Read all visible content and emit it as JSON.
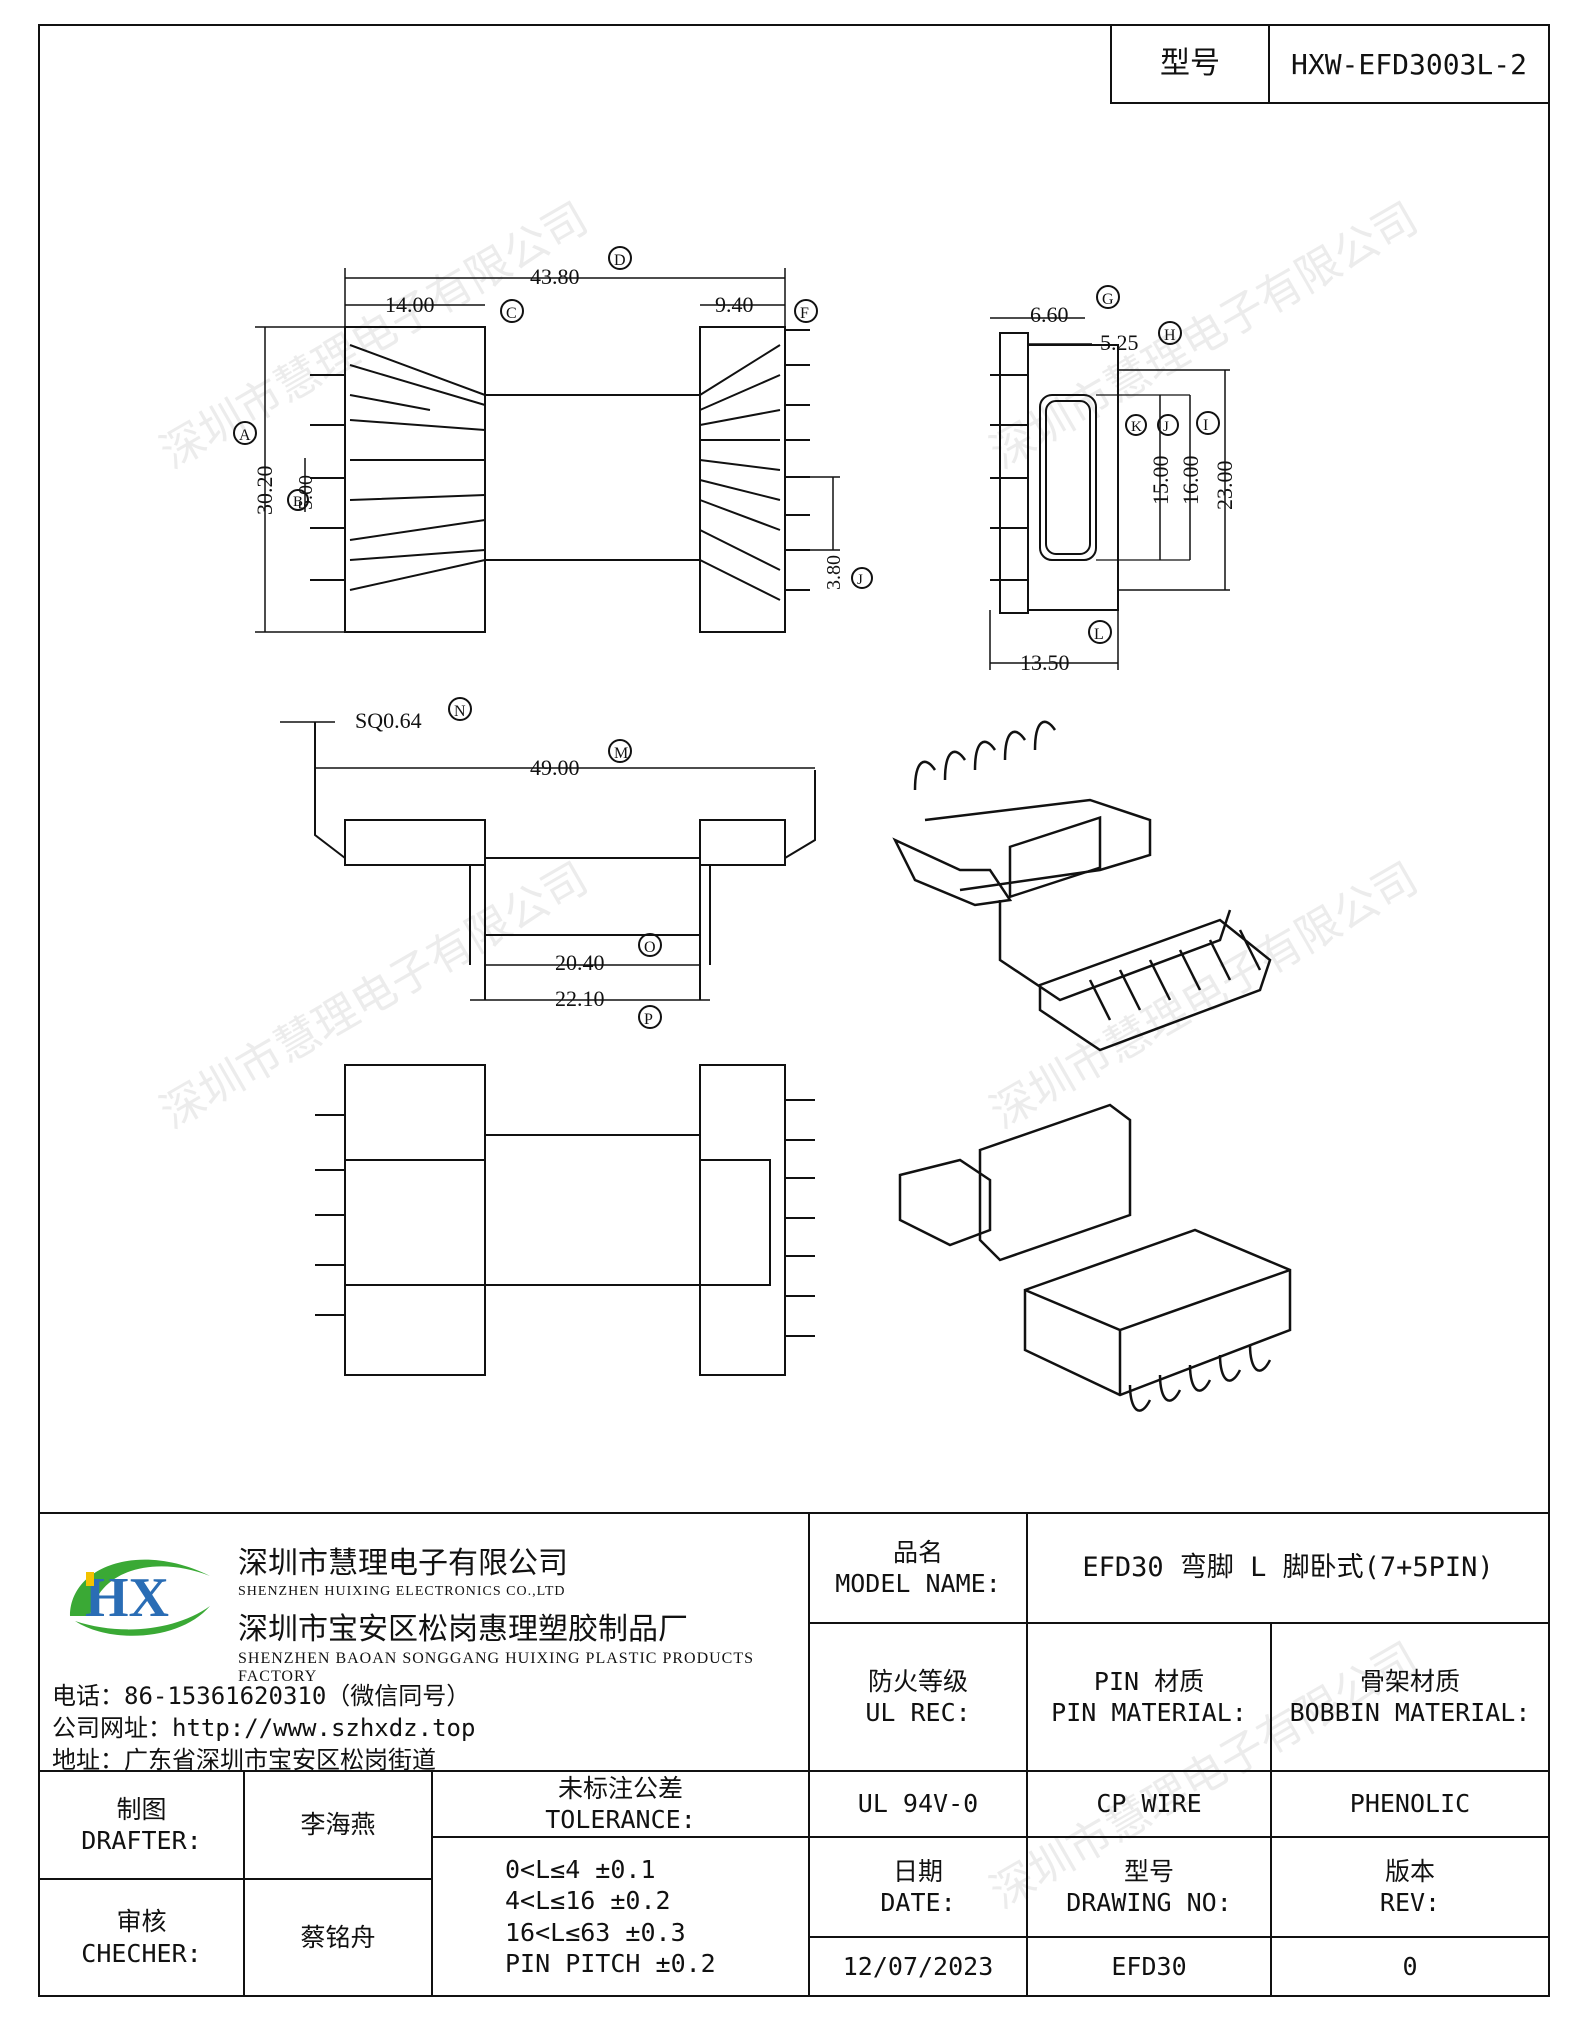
{
  "header": {
    "part_label": "型号",
    "part_number": "HXW-EFD3003L-2"
  },
  "drawing": {
    "dims": {
      "overall_width": "43.80",
      "left_flange": "14.00",
      "right_flange": "9.40",
      "height_a": "30.20",
      "pitch_b": "5.00",
      "pitch_j": "3.80",
      "side_g": "6.60",
      "side_h": "5.25",
      "side_k": "15.00",
      "side_j": "16.00",
      "side_i": "23.00",
      "side_l": "13.50",
      "pin_sq": "SQ0.64",
      "total_m": "49.00",
      "inner_o": "20.40",
      "inner_p": "22.10"
    },
    "markers": {
      "a": "A",
      "b": "B",
      "c": "C",
      "d": "D",
      "f": "F",
      "j": "J",
      "g": "G",
      "h": "H",
      "k": "K",
      "jj": "J",
      "i": "I",
      "l": "L",
      "n": "N",
      "m": "M",
      "o": "O",
      "p": "P"
    },
    "watermark": "深圳市慧理电子有限公司"
  },
  "company": {
    "name_cn": "深圳市慧理电子有限公司",
    "name_en": "SHENZHEN HUIXING ELECTRONICS CO.,LTD",
    "factory_cn": "深圳市宝安区松岗惠理塑胶制品厂",
    "factory_en": "SHENZHEN BAOAN SONGGANG HUIXING PLASTIC PRODUCTS FACTORY",
    "phone": "电话：86-15361620310（微信同号）",
    "website": "公司网址：http://www.szhxdz.top",
    "address": "地址：广东省深圳市宝安区松岗街道",
    "logo_text": "HX",
    "colors": {
      "logo_green": "#3aa935",
      "logo_blue": "#2a6db5",
      "logo_yellow": "#f2c200"
    }
  },
  "table": {
    "model_name_cn": "品名",
    "model_name_en": "MODEL NAME:",
    "model_name_value": "EFD30 弯脚 L 脚卧式(7+5PIN)",
    "ul_cn": "防火等级",
    "ul_en": "UL REC:",
    "pin_cn": "PIN 材质",
    "pin_en": "PIN MATERIAL:",
    "bobbin_cn": "骨架材质",
    "bobbin_en": "BOBBIN MATERIAL:",
    "ul_value": "UL 94V-0",
    "pin_value": "CP WIRE",
    "bobbin_value": "PHENOLIC",
    "drafter_cn": "制图",
    "drafter_en": "DRAFTER:",
    "drafter_name": "李海燕",
    "checker_cn": "审核",
    "checker_en": "CHECHER:",
    "checker_name": "蔡铭舟",
    "tol_cn": "未标注公差",
    "tol_en": "TOLERANCE:",
    "tol_lines": [
      "0<L≤4  ±0.1",
      "4<L≤16 ±0.2",
      "16<L≤63 ±0.3",
      "PIN PITCH ±0.2"
    ],
    "date_cn": "日期",
    "date_en": "DATE:",
    "date_value": "12/07/2023",
    "drawing_cn": "型号",
    "drawing_en": "DRAWING NO:",
    "drawing_value": "EFD30",
    "rev_cn": "版本",
    "rev_en": "REV:",
    "rev_value": "0"
  }
}
